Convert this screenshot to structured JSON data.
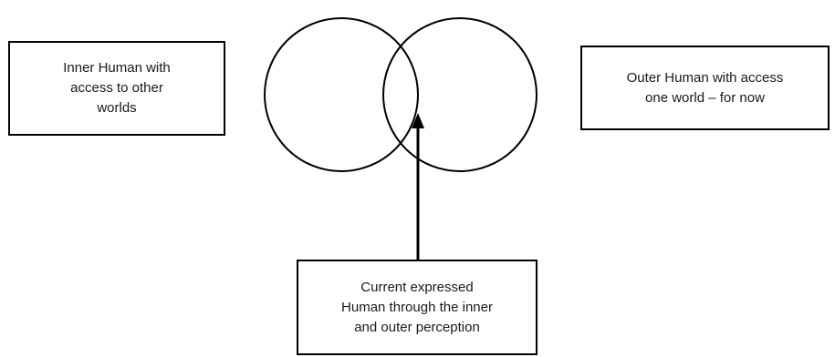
{
  "diagram": {
    "inner_box": {
      "text": "Inner Human with\naccess to other\nworlds"
    },
    "outer_box": {
      "text": "Outer Human with access\none world – for now"
    },
    "current_box": {
      "text": "Current expressed\nHuman through the inner\nand outer perception"
    },
    "colors": {
      "stroke": "#000000",
      "background": "#ffffff",
      "text": "#1a1a1a"
    }
  }
}
